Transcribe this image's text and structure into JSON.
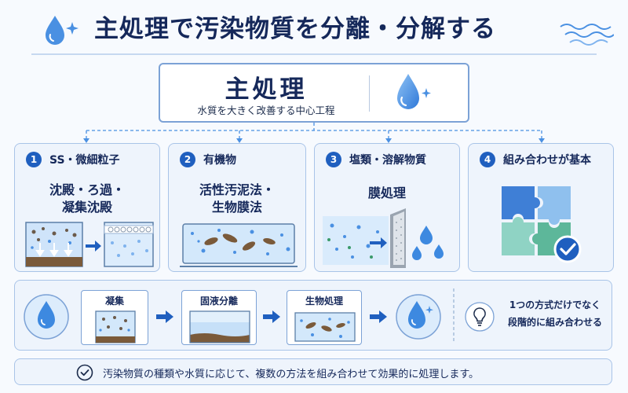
{
  "title": "主処理で汚染物質を分離・分解する",
  "main": {
    "title": "主処理",
    "subtitle": "水質を大きく改善する中心工程"
  },
  "cards": [
    {
      "number": "1",
      "title": "SS・微細粒子",
      "body_lines": [
        "沈殿・ろ過・",
        "凝集沈殿"
      ]
    },
    {
      "number": "2",
      "title": "有機物",
      "body_lines": [
        "活性汚泥法・",
        "生物膜法"
      ]
    },
    {
      "number": "3",
      "title": "塩類・溶解物質",
      "body_lines": [
        "膜処理"
      ]
    },
    {
      "number": "4",
      "title": "組み合わせが基本",
      "body_lines": []
    }
  ],
  "process": {
    "steps": [
      "凝集",
      "固液分離",
      "生物処理"
    ],
    "note_lines": [
      "1つの方式だけでなく",
      "段階的に組み合わせる"
    ]
  },
  "footer": "汚染物質の種類や水質に応じて、複数の方法を組み合わせて効果的に処理します。",
  "colors": {
    "navy": "#15285a",
    "accent_blue": "#1f5fbf",
    "water_blue": "#4a90e2",
    "card_bg": "#eef4fc",
    "card_border": "#a9c4e8"
  }
}
